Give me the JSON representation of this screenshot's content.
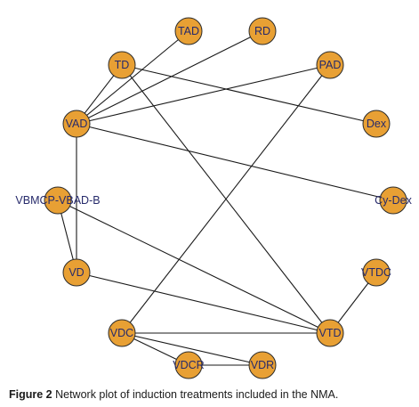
{
  "network": {
    "nodes": [
      {
        "id": "TAD",
        "label": "TAD"
      },
      {
        "id": "RD",
        "label": "RD"
      },
      {
        "id": "TD",
        "label": "TD"
      },
      {
        "id": "PAD",
        "label": "PAD"
      },
      {
        "id": "VAD",
        "label": "VAD"
      },
      {
        "id": "Dex",
        "label": "Dex"
      },
      {
        "id": "VBMCP",
        "label": "VBMCP-VBAD-B"
      },
      {
        "id": "CyDex",
        "label": "Cy-Dex"
      },
      {
        "id": "VD",
        "label": "VD"
      },
      {
        "id": "VTDC",
        "label": "VTDC"
      },
      {
        "id": "VDC",
        "label": "VDC"
      },
      {
        "id": "VTD",
        "label": "VTD"
      },
      {
        "id": "VDCR",
        "label": "VDCR"
      },
      {
        "id": "VDR",
        "label": "VDR"
      }
    ],
    "edges": [
      [
        "TAD",
        "VAD"
      ],
      [
        "RD",
        "VAD"
      ],
      [
        "TD",
        "VAD"
      ],
      [
        "TD",
        "Dex"
      ],
      [
        "TD",
        "VTD"
      ],
      [
        "PAD",
        "VAD"
      ],
      [
        "PAD",
        "VDC"
      ],
      [
        "VAD",
        "CyDex"
      ],
      [
        "VAD",
        "VD"
      ],
      [
        "VBMCP",
        "VD"
      ],
      [
        "VBMCP",
        "VTD"
      ],
      [
        "VD",
        "VTD"
      ],
      [
        "VTDC",
        "VTD"
      ],
      [
        "VDC",
        "VTD"
      ],
      [
        "VDC",
        "VDCR"
      ],
      [
        "VDC",
        "VDR"
      ],
      [
        "VDCR",
        "VDR"
      ]
    ]
  },
  "caption": {
    "figure_label": "Figure 2",
    "text": "Network plot of induction treatments included in the NMA."
  }
}
